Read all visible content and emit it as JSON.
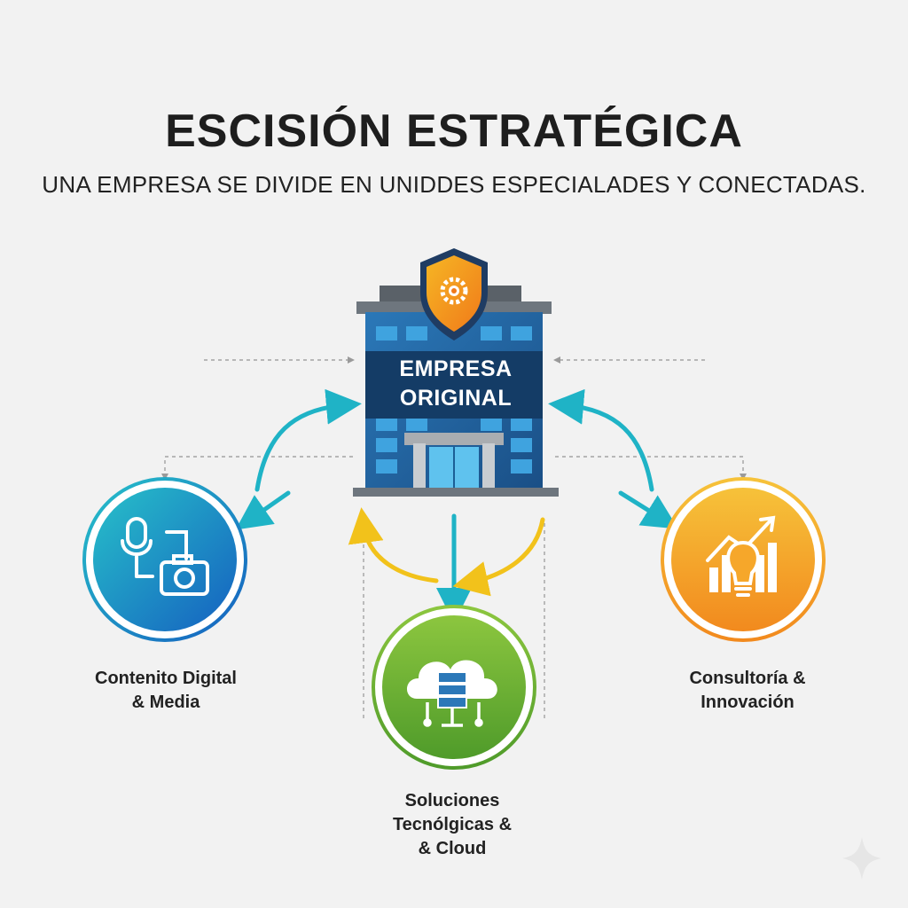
{
  "header": {
    "title": "ESCISIÓN ESTRATÉGICA",
    "subtitle": "UNA EMPRESA SE DIVIDE EN UNIDDES ESPECIALADES Y CONECTADAS."
  },
  "company": {
    "line1": "EMPRESA",
    "line2": "ORIGINAL",
    "icon": "shield-gear-icon"
  },
  "units": [
    {
      "id": "media",
      "line1": "Contenito Digital",
      "line2": "& Media",
      "color": "#1aa8c8",
      "icon": "microphone-camera-icon"
    },
    {
      "id": "tech",
      "line1": "Soluciones",
      "line2": "Tecnólgicas &",
      "line3": "& Cloud",
      "color": "#6fb62f",
      "icon": "cloud-server-icon"
    },
    {
      "id": "consult",
      "line1": "Consultoría &",
      "line2": "Innovación",
      "color": "#f4a020",
      "icon": "lightbulb-growth-icon"
    }
  ],
  "colors": {
    "teal": "#1fb3c6",
    "yellow": "#f2c21b",
    "building": "#1f5c96",
    "dashed": "#9a9a9a"
  }
}
